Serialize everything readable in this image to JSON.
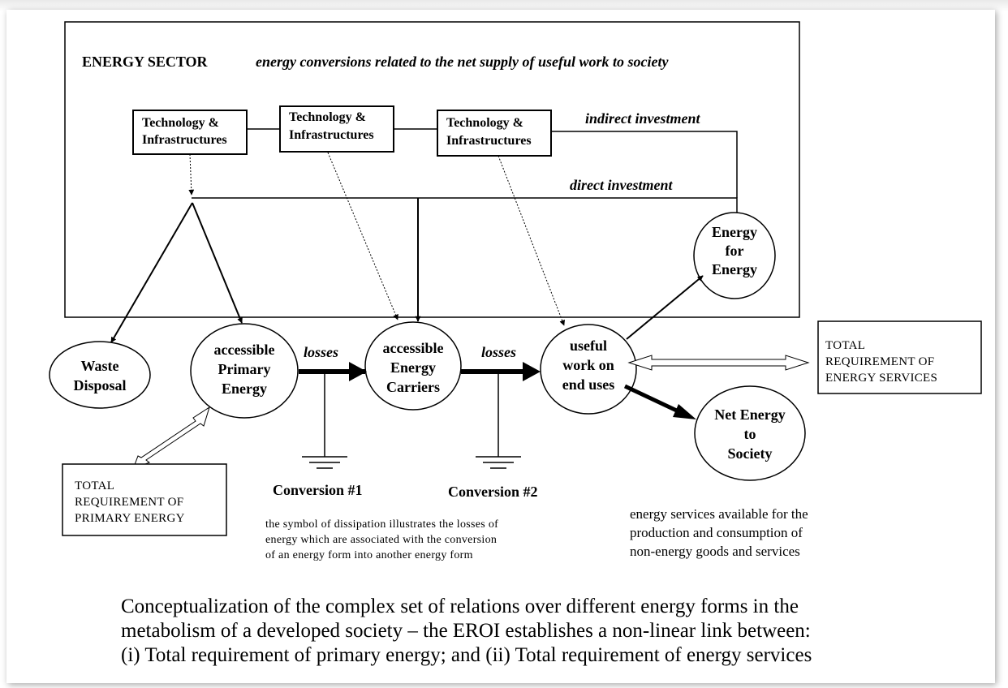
{
  "sector": {
    "title": "ENERGY SECTOR",
    "subtitle": "energy conversions related to the net supply of useful work to society"
  },
  "tech_boxes": [
    {
      "line1": "Technology &",
      "line2": "Infrastructures"
    },
    {
      "line1": "Technology &",
      "line2": "Infrastructures"
    },
    {
      "line1": "Technology &",
      "line2": "Infrastructures"
    }
  ],
  "labels": {
    "indirect_investment": "indirect investment",
    "direct_investment": "direct investment",
    "losses_1": "losses",
    "losses_2": "losses",
    "conversion_1": "Conversion #1",
    "conversion_2": "Conversion #2"
  },
  "nodes": {
    "energy_for_energy": [
      "Energy",
      "for",
      "Energy"
    ],
    "waste_disposal": [
      "Waste",
      "Disposal"
    ],
    "primary_energy": [
      "accessible",
      "Primary",
      "Energy"
    ],
    "energy_carriers": [
      "accessible",
      "Energy",
      "Carriers"
    ],
    "useful_work": [
      "useful",
      "work on",
      "end uses"
    ],
    "net_energy": [
      "Net Energy",
      "to",
      "Society"
    ]
  },
  "requirement_boxes": {
    "energy_services": [
      "TOTAL",
      "REQUIREMENT OF",
      "ENERGY SERVICES"
    ],
    "primary_energy": [
      "TOTAL",
      "REQUIREMENT OF",
      "PRIMARY ENERGY"
    ]
  },
  "notes": {
    "dissipation": [
      "the symbol of dissipation illustrates the losses of",
      "energy which are associated with the conversion",
      "of an energy form into another energy form"
    ],
    "services": [
      "energy services available for the",
      "production and consumption of",
      "non-energy goods and services"
    ]
  },
  "caption": [
    "Conceptualization of the complex set of relations over different energy forms in the",
    "metabolism of a developed society – the EROI establishes a non-linear link between:",
    "(i) Total requirement of primary energy; and (ii) Total requirement of energy services"
  ]
}
